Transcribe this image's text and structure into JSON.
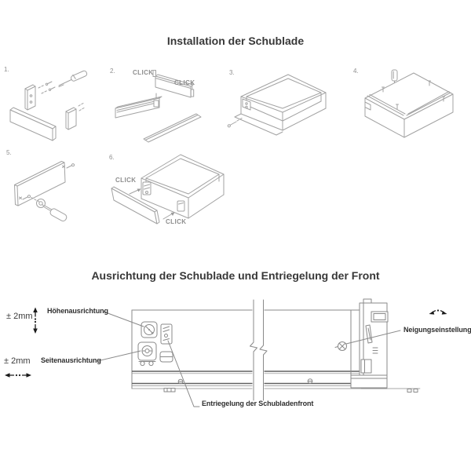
{
  "titles": {
    "installation": "Installation der Schublade",
    "alignment": "Ausrichtung der Schublade und Entriegelung der Front"
  },
  "steps": [
    {
      "number": "1."
    },
    {
      "number": "2.",
      "clicks": [
        "CLICK",
        "CLICK"
      ]
    },
    {
      "number": "3."
    },
    {
      "number": "4."
    },
    {
      "number": "5."
    },
    {
      "number": "6.",
      "clicks": [
        "CLICK",
        "CLICK"
      ]
    }
  ],
  "alignment_diagram": {
    "labels": {
      "height": "Höhenausrichtung",
      "side": "Seitenausrichtung",
      "tilt": "Neigungseinstellung",
      "front_release": "Entriegelung der Schubladenfront"
    },
    "height_tolerance": "± 2mm",
    "side_tolerance": "± 2mm",
    "icons": {
      "height_range": "vertical-double-arrow",
      "side_range": "horizontal-double-arrow",
      "tilt_range": "tilt-double-arrow"
    },
    "colors": {
      "line_art": "#8f8f8f",
      "dark_line": "#5e5e5e",
      "text": "#333333",
      "muted_text": "#8d8d8d",
      "arrow": "#1a1a1a"
    }
  }
}
